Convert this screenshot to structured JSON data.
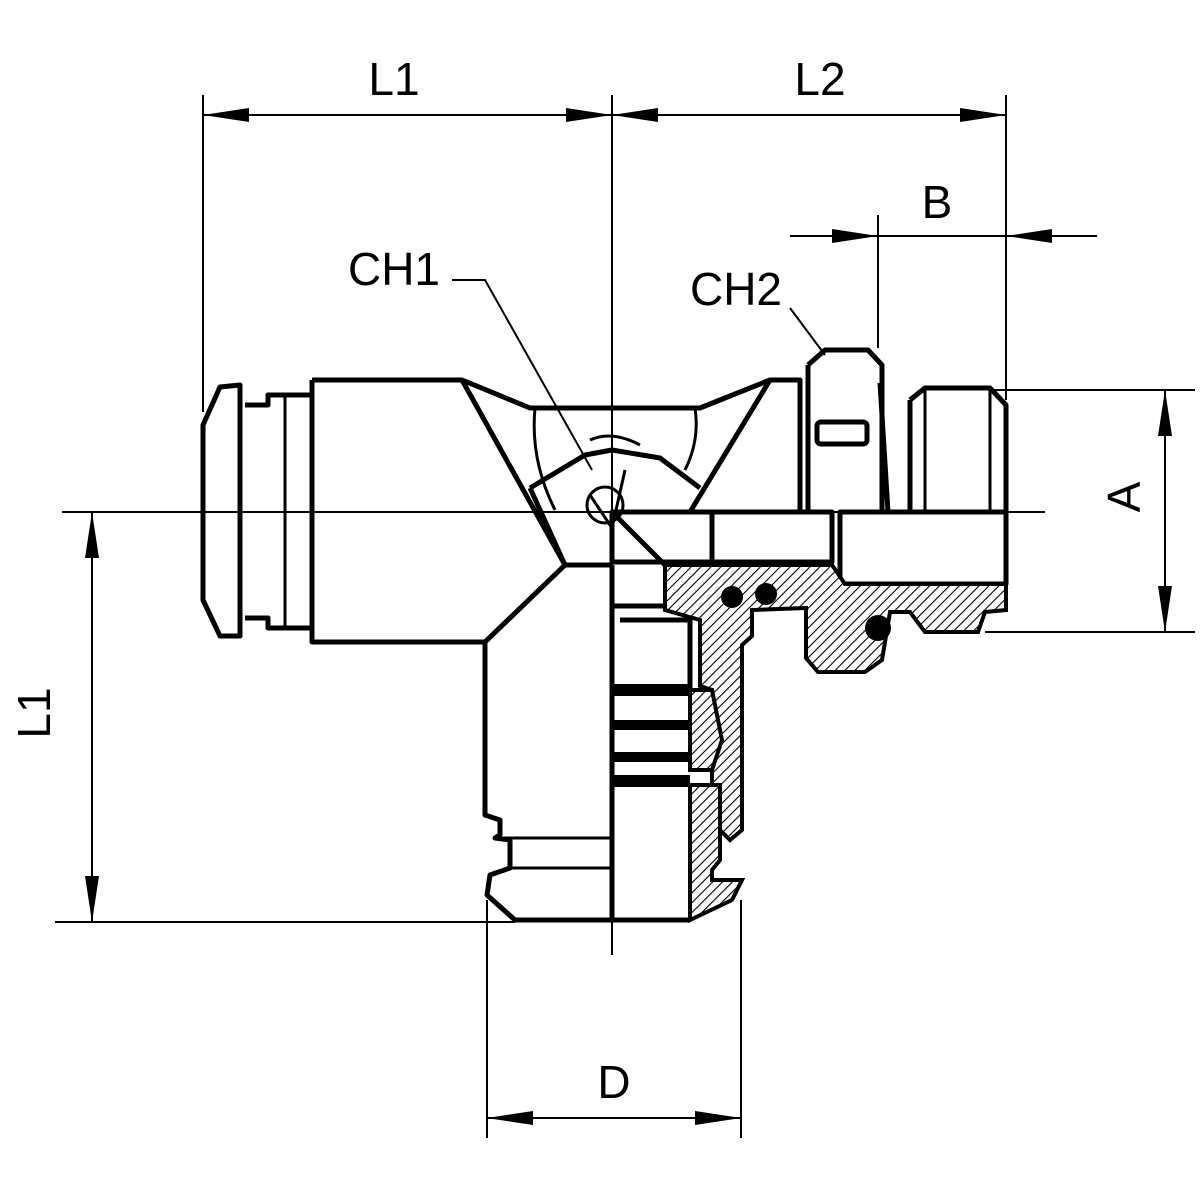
{
  "drawing": {
    "dimensions": {
      "l1_top": "L1",
      "l2": "L2",
      "b": "B",
      "a": "A",
      "l1_left": "L1",
      "d": "D"
    },
    "callouts": {
      "ch1": "CH1",
      "ch2": "CH2"
    },
    "colors": {
      "line": "#000000",
      "background": "#ffffff"
    }
  }
}
